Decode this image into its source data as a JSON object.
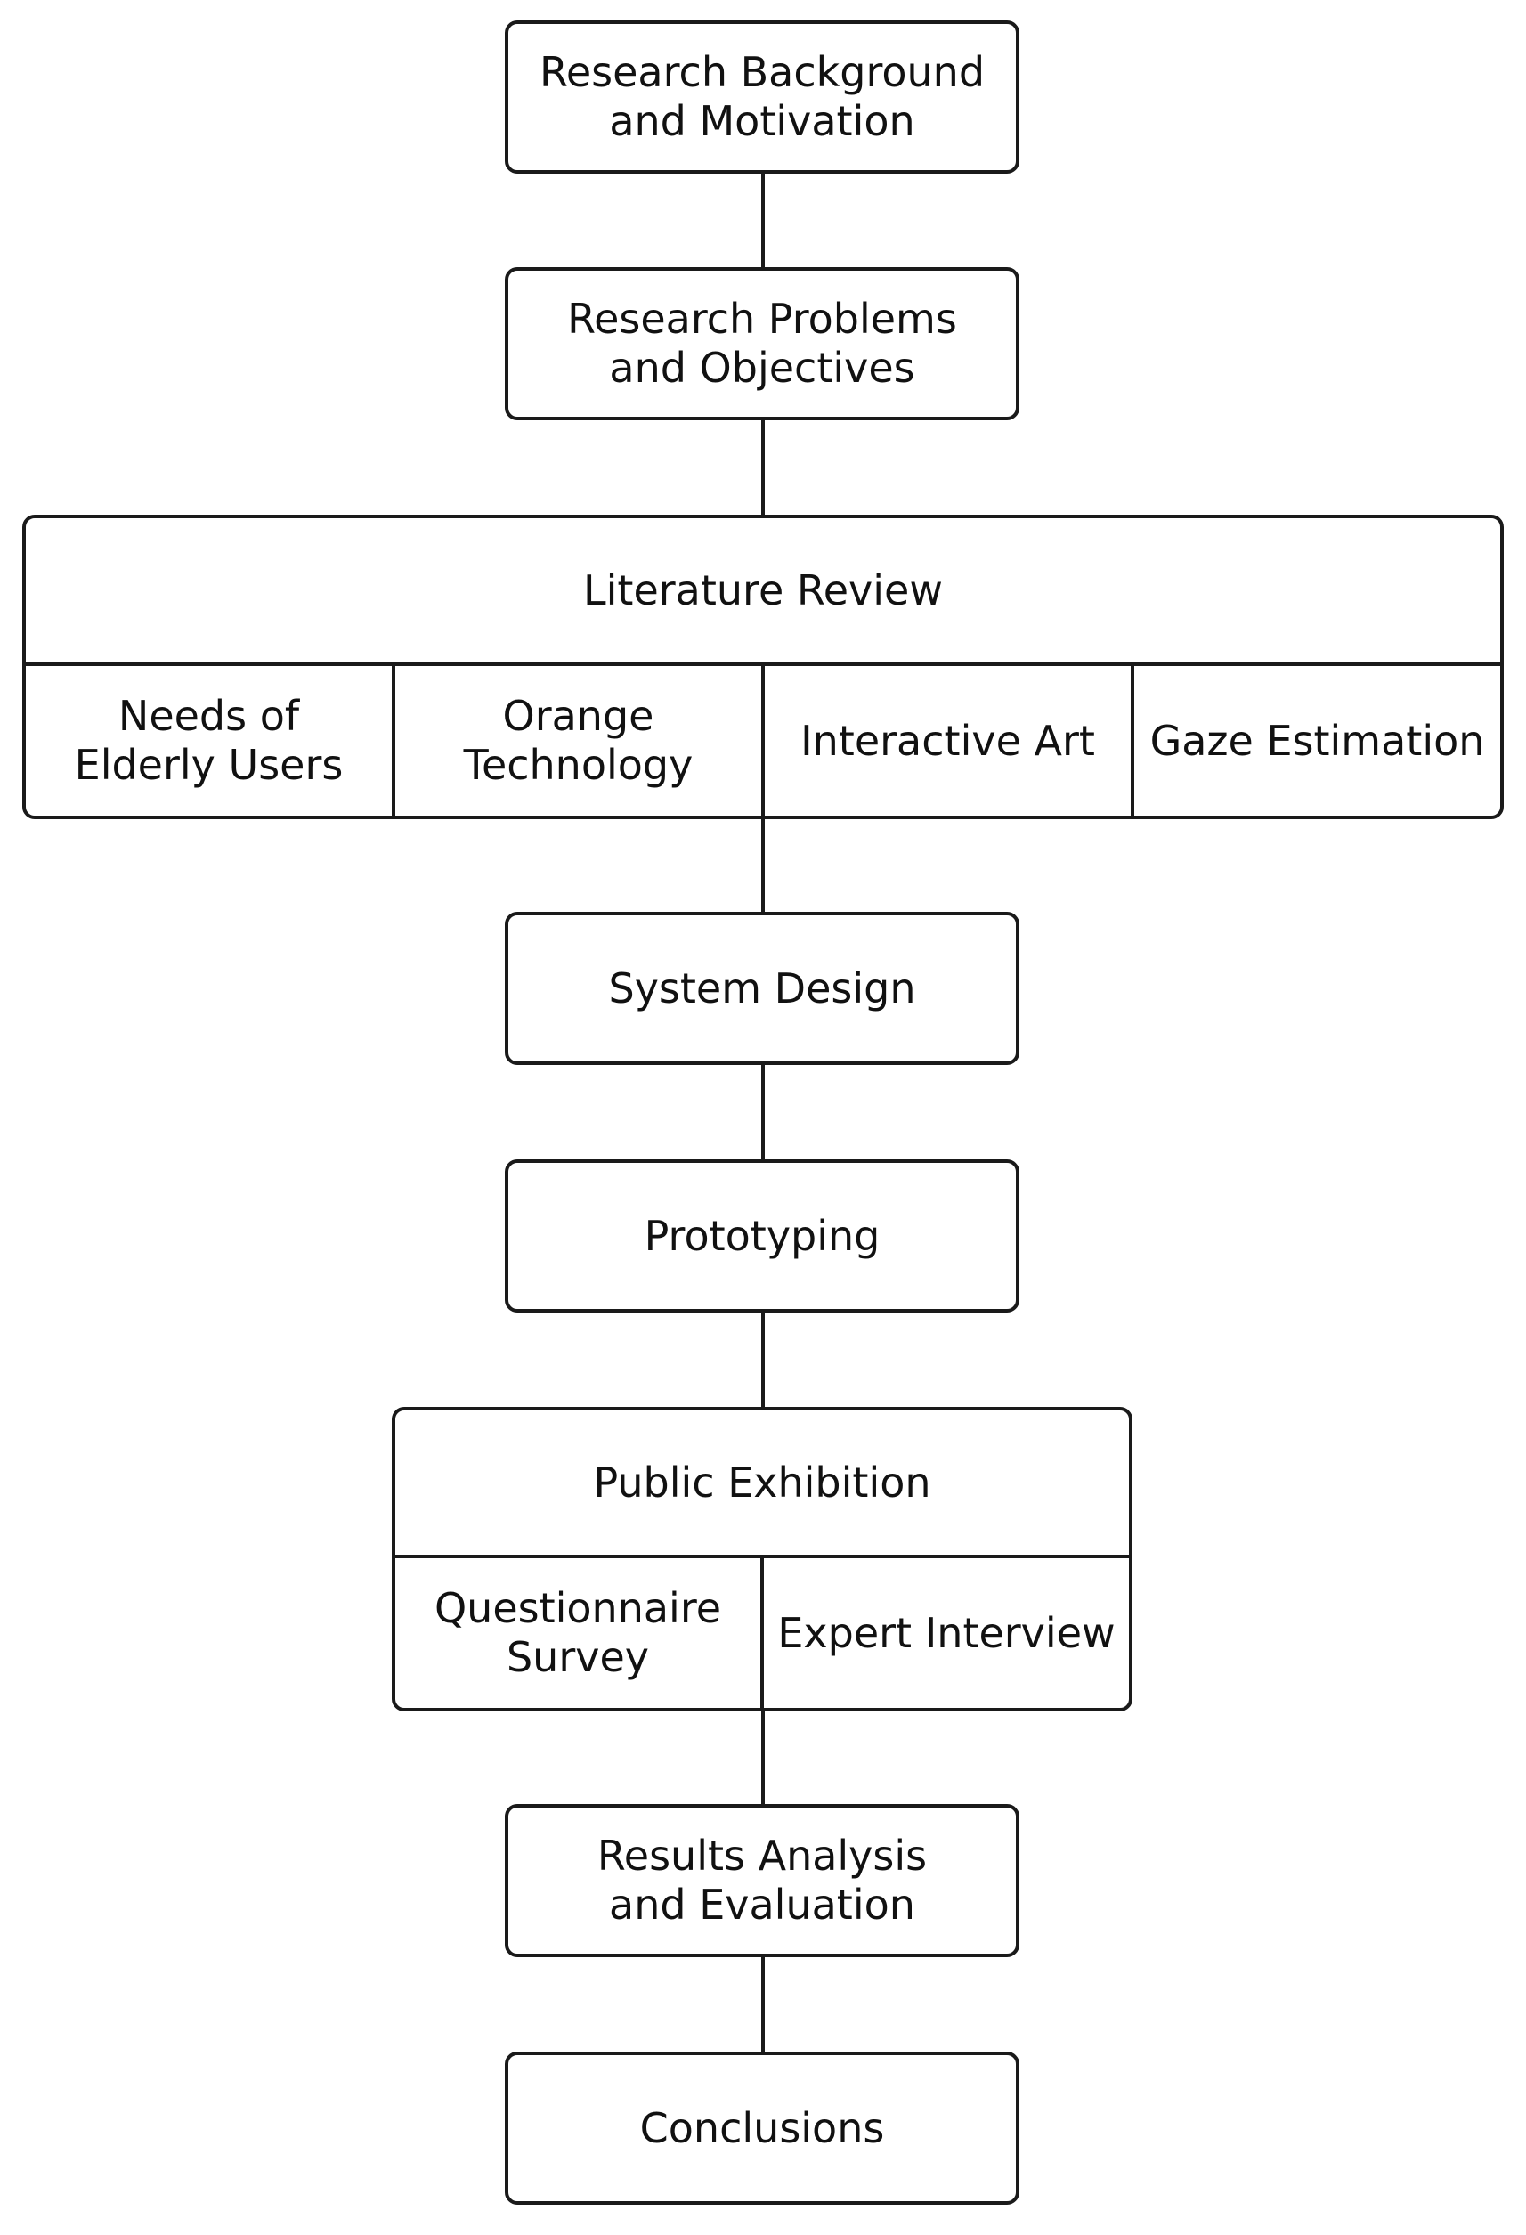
{
  "steps": {
    "background": "Research Background\nand Motivation",
    "problems": "Research Problems\nand Objectives",
    "system_design": "System Design",
    "prototyping": "Prototyping",
    "results": "Results Analysis\nand Evaluation",
    "conclusions": "Conclusions"
  },
  "literature": {
    "title": "Literature Review",
    "topics": [
      "Needs of\nElderly Users",
      "Orange\nTechnology",
      "Interactive Art",
      "Gaze Estimation"
    ]
  },
  "exhibition": {
    "title": "Public Exhibition",
    "methods": [
      "Questionnaire\nSurvey",
      "Expert Interview"
    ]
  }
}
